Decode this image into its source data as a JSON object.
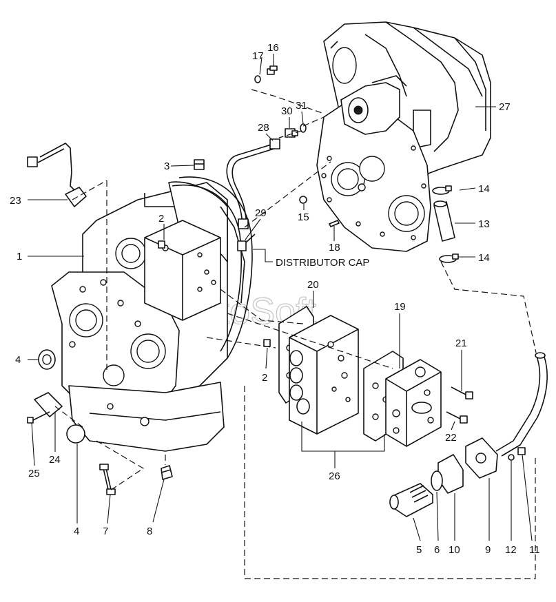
{
  "diagram": {
    "watermark": "AutoSoft",
    "annotation": "DISTRIBUTOR CAP",
    "callouts": {
      "c1": "1",
      "c2a": "2",
      "c2b": "2",
      "c3": "3",
      "c4a": "4",
      "c4b": "4",
      "c5": "5",
      "c6": "6",
      "c7": "7",
      "c8": "8",
      "c9": "9",
      "c10": "10",
      "c11": "11",
      "c12": "12",
      "c13": "13",
      "c14a": "14",
      "c14b": "14",
      "c15": "15",
      "c16": "16",
      "c17": "17",
      "c18": "18",
      "c19": "19",
      "c20": "20",
      "c21": "21",
      "c22": "22",
      "c23": "23",
      "c24": "24",
      "c25": "25",
      "c26": "26",
      "c27": "27",
      "c28": "28",
      "c29": "29",
      "c30": "30",
      "c31": "31"
    }
  }
}
